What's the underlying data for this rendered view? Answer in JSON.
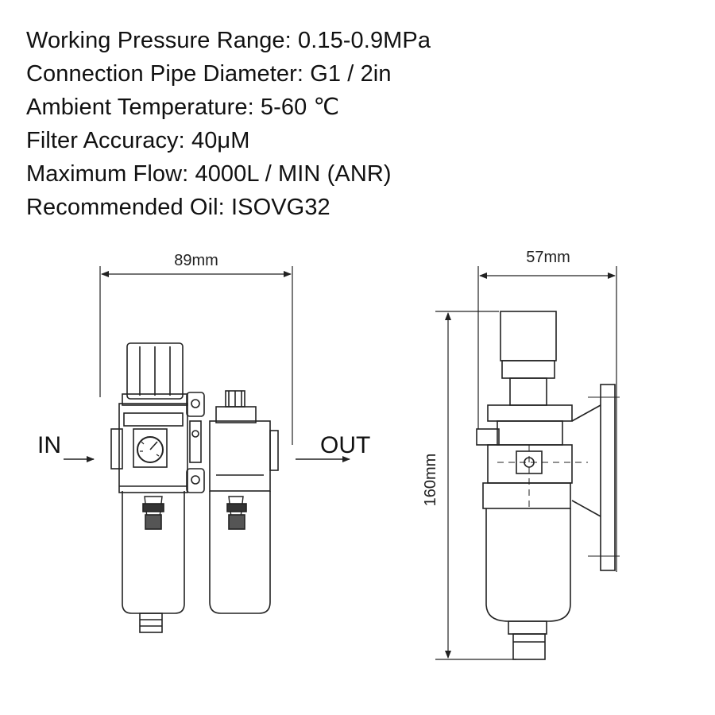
{
  "specs": [
    "Working Pressure Range: 0.15-0.9MPa",
    "Connection Pipe Diameter: G1 / 2in",
    "Ambient Temperature: 5-60 ℃",
    "Filter Accuracy: 40μM",
    "Maximum Flow: 4000L / MIN (ANR)",
    "Recommended Oil: ISOVG32"
  ],
  "front_view": {
    "width_label": "89mm",
    "in_label": "IN",
    "out_label": "OUT"
  },
  "side_view": {
    "width_label": "57mm",
    "height_label": "160mm"
  }
}
